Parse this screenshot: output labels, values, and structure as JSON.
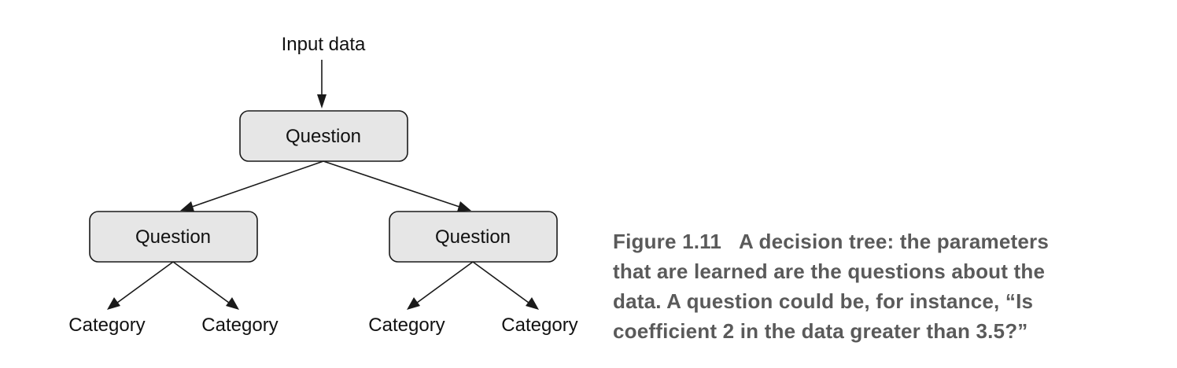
{
  "diagram": {
    "input_label": "Input data",
    "root": {
      "label": "Question"
    },
    "left": {
      "label": "Question"
    },
    "right": {
      "label": "Question"
    },
    "leaves": [
      "Category",
      "Category",
      "Category",
      "Category"
    ]
  },
  "caption": {
    "figure_number": "Figure 1.11",
    "lines": [
      "A decision tree: the parameters",
      "that are learned are the questions about the",
      "data. A question could be, for instance, “Is",
      "coefficient 2 in the data greater than 3.5?”"
    ]
  },
  "colors": {
    "box_fill": "#e6e6e6",
    "stroke": "#1a1a1a",
    "caption_text": "#5a5a5a"
  }
}
